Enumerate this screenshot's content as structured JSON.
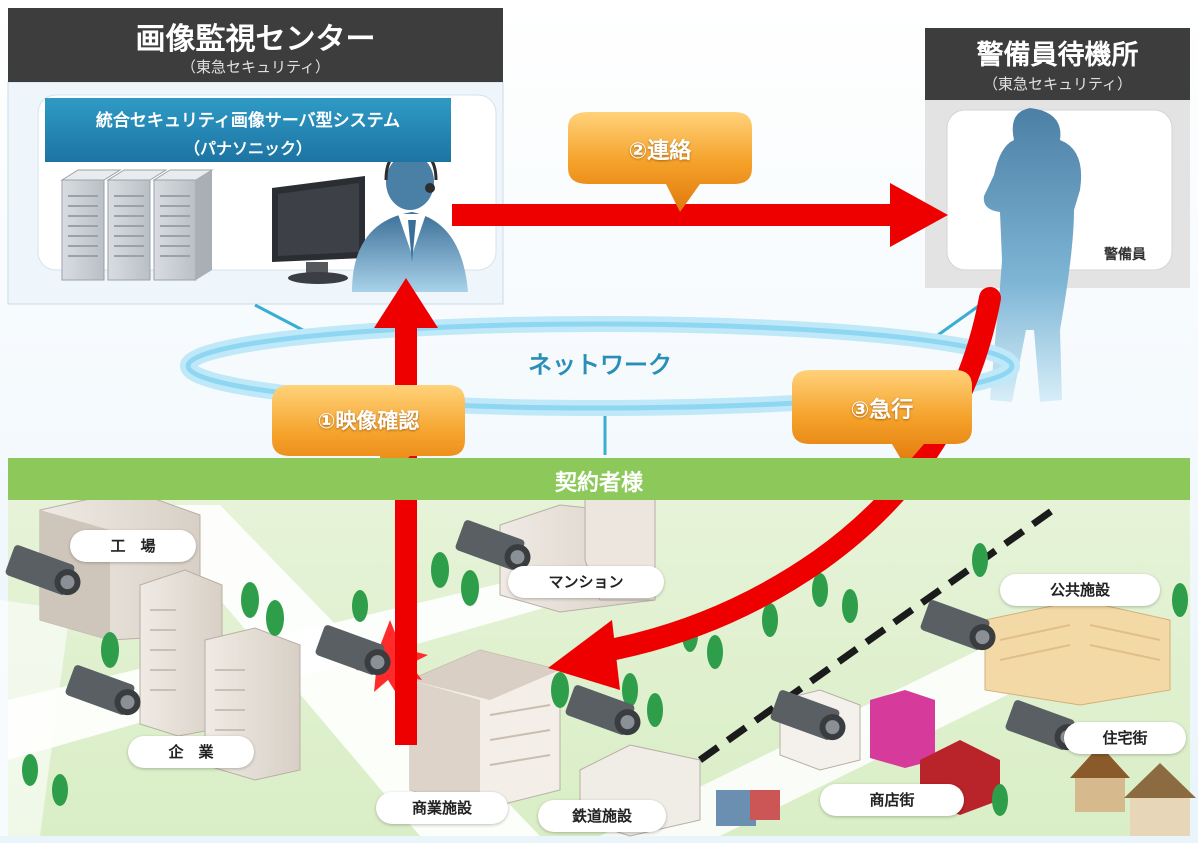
{
  "monitoring_center": {
    "title": "画像監視センター",
    "subtitle": "（東急セキュリティ）",
    "system_line1": "統合セキュリティ画像サーバ型システム",
    "system_line2": "（パナソニック）"
  },
  "guard_station": {
    "title": "警備員待機所",
    "subtitle": "（東急セキュリティ）",
    "guard_label": "警備員"
  },
  "network_label": "ネットワーク",
  "steps": {
    "step1": "①映像確認",
    "step2": "②連絡",
    "step3": "③急行"
  },
  "clients": {
    "title": "契約者様",
    "places": {
      "factory": "工　場",
      "mansion": "マンション",
      "public": "公共施設",
      "company": "企　業",
      "commercial": "商業施設",
      "railway": "鉄道施設",
      "shopping": "商店街",
      "residential": "住宅街"
    }
  },
  "colors": {
    "arrow_red": "#ee0000",
    "bubble_orange": "#f29a1e",
    "header_dark": "#3d3d3d",
    "system_blue": "#1e7fb0",
    "green_bar": "#8cc95a",
    "network_ring": "#9fdcf2"
  }
}
